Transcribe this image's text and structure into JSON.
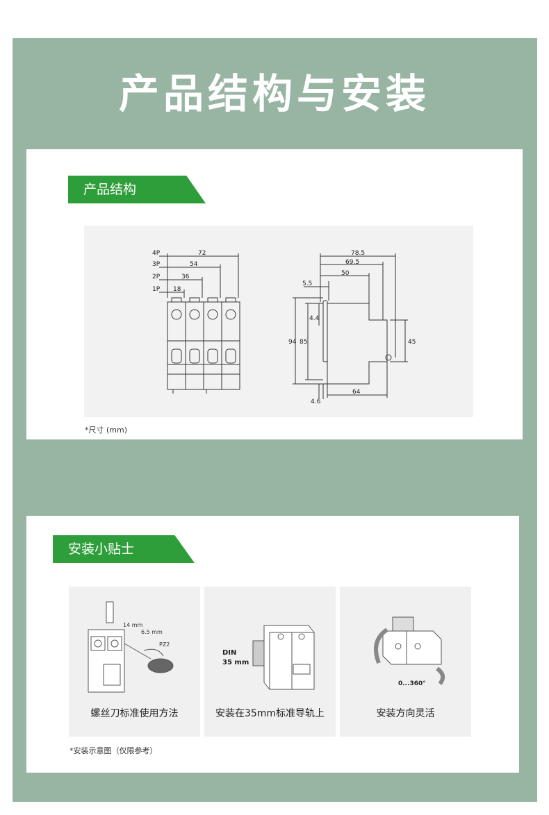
{
  "page": {
    "title": "产品结构与安装",
    "colors": {
      "frame": "#98b5a3",
      "accent": "#2e9e3a"
    }
  },
  "structure": {
    "tag": "产品结构",
    "note": "*尺寸 (mm)",
    "front_view": {
      "poles": [
        "4P",
        "3P",
        "2P",
        "1P"
      ],
      "widths": [
        "72",
        "54",
        "36",
        "18"
      ]
    },
    "side_view": {
      "top_dims": [
        "78.5",
        "69.5",
        "50",
        "5.5"
      ],
      "small_dims": [
        "4.4",
        "4.6"
      ],
      "heights": [
        "94",
        "85",
        "45"
      ],
      "bottom_dim": "64"
    }
  },
  "install": {
    "tag": "安装小贴士",
    "note": "*安装示意图（仅限参考）",
    "cards": [
      {
        "caption": "螺丝刀标准使用方法",
        "labels": [
          "14 mm",
          "6.5 mm",
          "PZ2"
        ]
      },
      {
        "caption": "安装在35mm标准导轨上",
        "labels": [
          "DIN",
          "35 mm"
        ]
      },
      {
        "caption": "安装方向灵活",
        "labels": [
          "0...360°"
        ]
      }
    ]
  }
}
